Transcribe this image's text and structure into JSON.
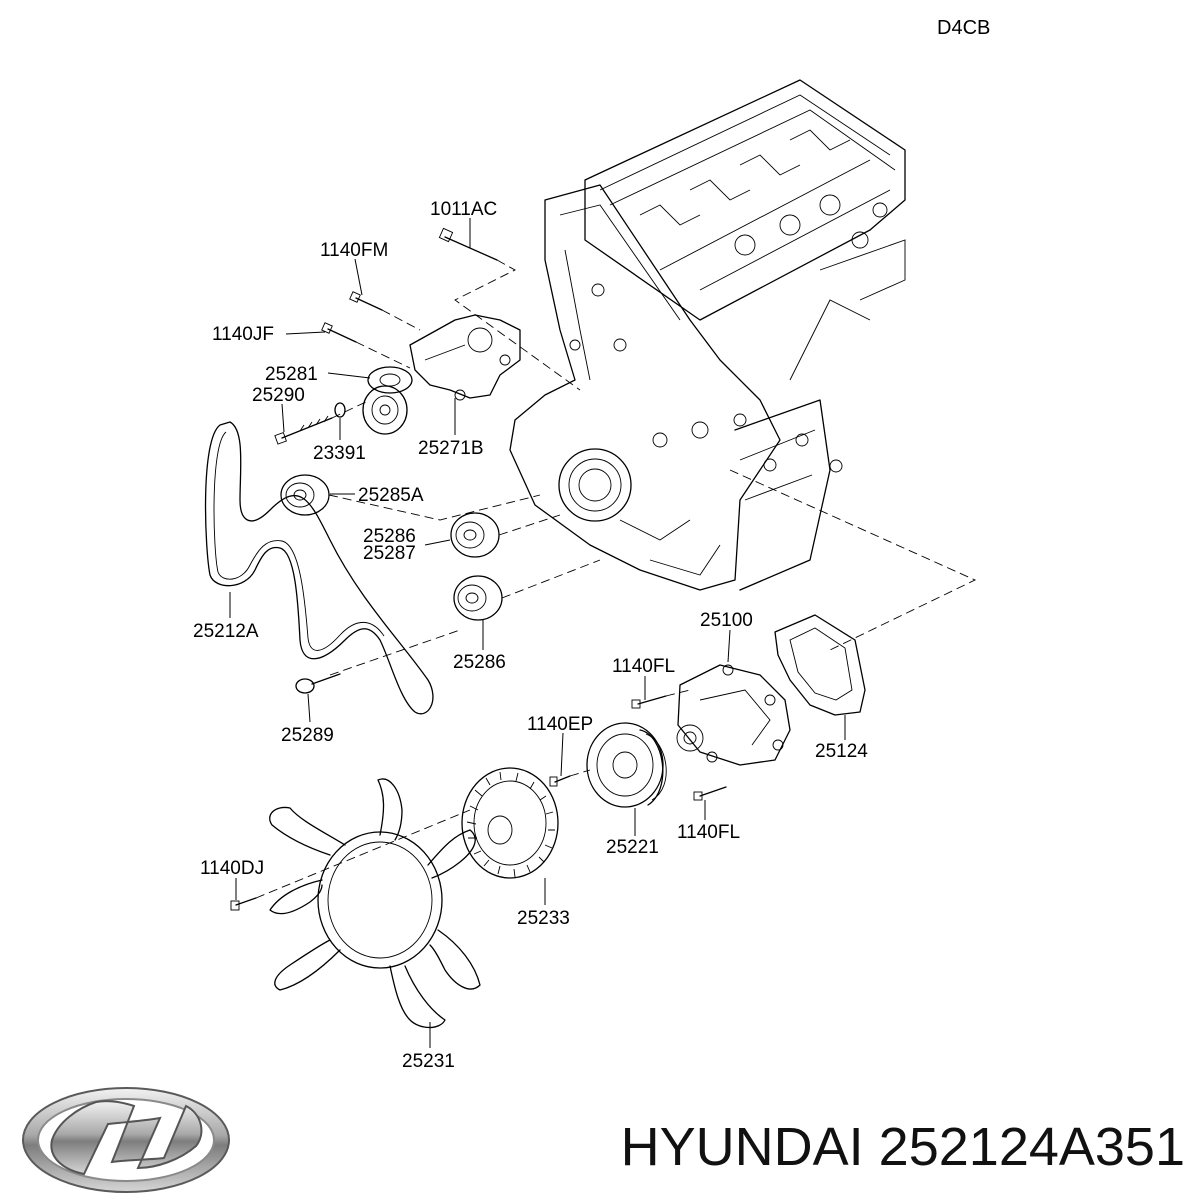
{
  "engine_code": "D4CB",
  "parts": {
    "p1011AC": "1011AC",
    "p1140FM": "1140FM",
    "p1140JF": "1140JF",
    "p25281": "25281",
    "p25290": "25290",
    "p23391": "23391",
    "p25271B": "25271B",
    "p25285A": "25285A",
    "p25286a": "25286",
    "p25287": "25287",
    "p25212A": "25212A",
    "p25286b": "25286",
    "p25289": "25289",
    "p25100": "25100",
    "p1140FLa": "1140FL",
    "p25124": "25124",
    "p1140EP": "1140EP",
    "p25221": "25221",
    "p1140FLb": "1140FL",
    "p1140DJ": "1140DJ",
    "p25233": "25233",
    "p25231": "25231"
  },
  "brand": {
    "logo": "hyundai-logo",
    "label": "HYUNDAI 252124A351"
  }
}
